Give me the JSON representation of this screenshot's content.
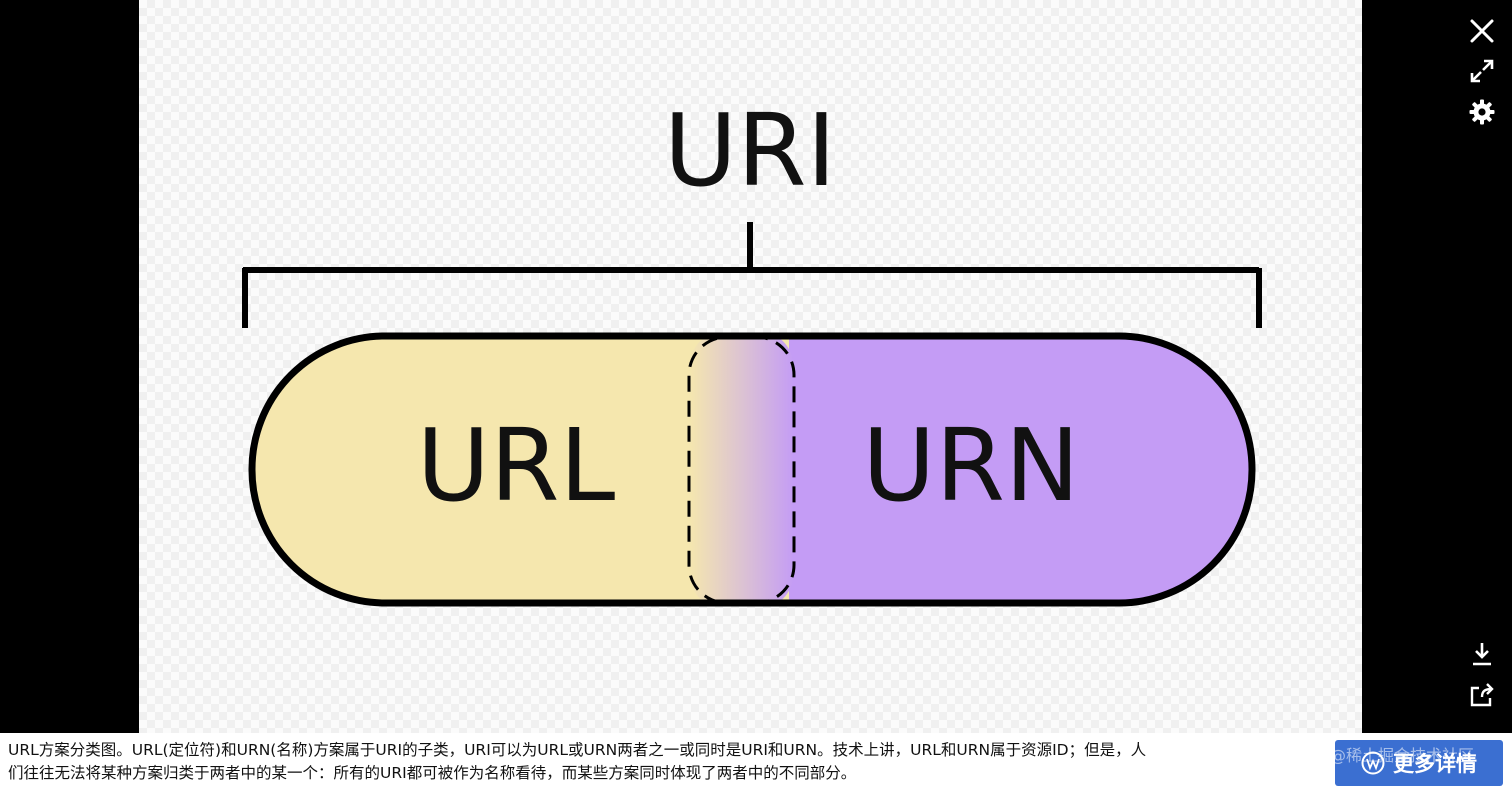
{
  "diagram": {
    "top_label": "URI",
    "left_label": "URL",
    "right_label": "URN",
    "colors": {
      "left_fill": "#f5e7ae",
      "right_fill": "#c49cf5",
      "overlap_mid": "#dcc3d2",
      "stroke": "#000000"
    }
  },
  "toolbar": {
    "close_icon": "close-icon",
    "expand_icon": "expand-icon",
    "settings_icon": "gear-icon",
    "download_icon": "download-icon",
    "share_icon": "share-icon"
  },
  "caption": {
    "line1": "URL方案分类图。URL(定位符)和URN(名称)方案属于URI的子类，URI可以为URL或URN两者之一或同时是URI和URN。技术上讲，URL和URN属于资源ID；但是，人",
    "line2": "们往往无法将某种方案归类于两者中的某一个：所有的URI都可被作为名称看待，而某些方案同时体现了两者中的不同部分。"
  },
  "more_button": {
    "label": "更多详情",
    "icon": "wikipedia-icon"
  },
  "watermark": "@稀土掘金技术社区"
}
